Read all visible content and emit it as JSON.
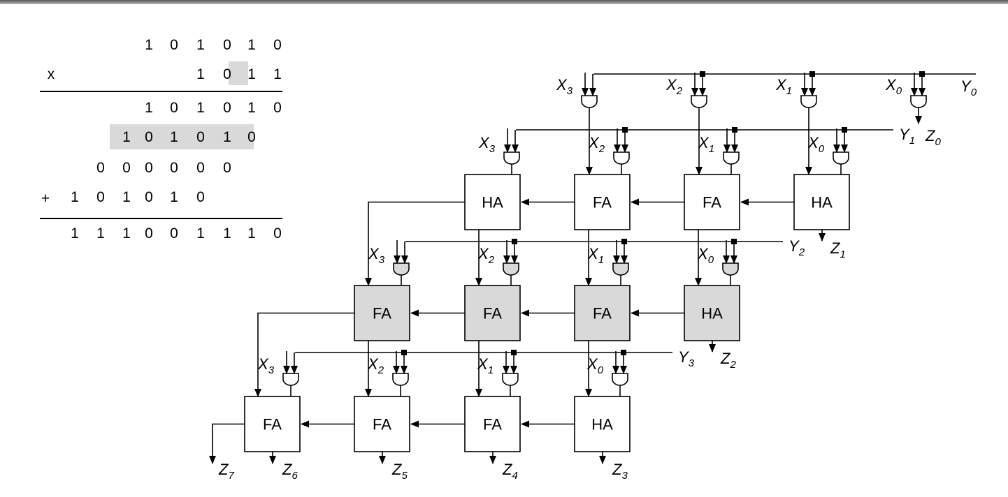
{
  "multiplication": {
    "multiplicand": [
      "1",
      "0",
      "1",
      "0",
      "1",
      "0"
    ],
    "multiplier": [
      "1",
      "0",
      "1",
      "1"
    ],
    "times_sign": "x",
    "plus_sign": "+",
    "highlighted_multiplier_digit_index": 2,
    "partial_products": [
      [
        "1",
        "0",
        "1",
        "0",
        "1",
        "0"
      ],
      [
        "1",
        "0",
        "1",
        "0",
        "1",
        "0"
      ],
      [
        "0",
        "0",
        "0",
        "0",
        "0",
        "0"
      ],
      [
        "1",
        "0",
        "1",
        "0",
        "1",
        "0"
      ]
    ],
    "highlighted_partial_product_index": 1,
    "result": [
      "1",
      "1",
      "1",
      "0",
      "0",
      "1",
      "1",
      "1",
      "0"
    ]
  },
  "multiplier_array": {
    "x_inputs": [
      "X",
      "X",
      "X",
      "X"
    ],
    "x_subscripts": [
      "3",
      "2",
      "1",
      "0"
    ],
    "y_symbol": "Y",
    "y_subscripts": [
      "0",
      "1",
      "2",
      "3"
    ],
    "z_symbol": "Z",
    "z_subscripts": [
      "0",
      "1",
      "2",
      "3",
      "4",
      "5",
      "6",
      "7"
    ],
    "adder_rows": [
      [
        "HA",
        "FA",
        "FA",
        "HA"
      ],
      [
        "FA",
        "FA",
        "FA",
        "HA"
      ],
      [
        "FA",
        "FA",
        "FA",
        "HA"
      ]
    ],
    "highlighted_adder_row": 1,
    "colors": {
      "line": "#000000",
      "highlight": "#d9d9d9",
      "background": "#ffffff"
    }
  }
}
